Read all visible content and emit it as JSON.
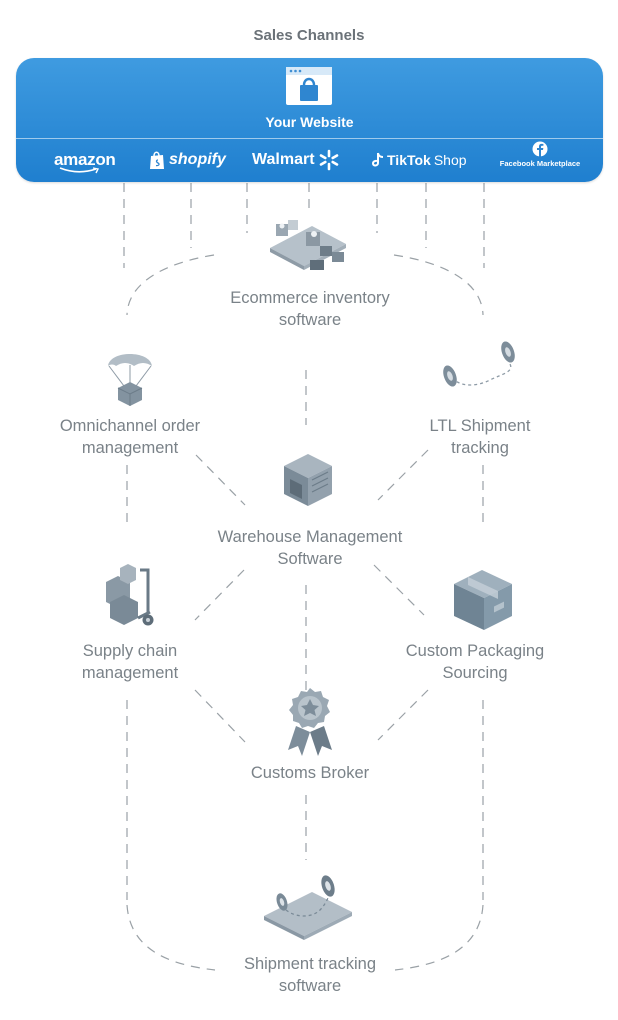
{
  "header": {
    "title": "Sales Channels"
  },
  "website": {
    "label": "Your Website",
    "icon": "shopping-bag-browser-icon"
  },
  "channels": [
    {
      "name": "amazon",
      "label": "amazon"
    },
    {
      "name": "shopify",
      "label": "shopify"
    },
    {
      "name": "walmart",
      "label": "Walmart"
    },
    {
      "name": "tiktok",
      "label_bold": "TikTok",
      "label_light": "Shop"
    },
    {
      "name": "facebook",
      "label": "Facebook Marketplace"
    }
  ],
  "nodes": {
    "inventory": {
      "label": "Ecommerce inventory\nsoftware",
      "icon": "inventory-grid-icon"
    },
    "omnichannel": {
      "label": "Omnichannel order\nmanagement",
      "icon": "parachute-box-icon"
    },
    "ltl": {
      "label": "LTL Shipment\ntracking",
      "icon": "route-pins-icon"
    },
    "warehouse": {
      "label": "Warehouse Management\nSoftware",
      "icon": "warehouse-icon"
    },
    "supply": {
      "label": "Supply chain\nmanagement",
      "icon": "hand-truck-icon"
    },
    "packaging": {
      "label": "Custom Packaging\nSourcing",
      "icon": "package-box-icon"
    },
    "customs": {
      "label": "Customs Broker",
      "icon": "award-badge-icon"
    },
    "tracking": {
      "label": "Shipment tracking\nsoftware",
      "icon": "map-tracking-icon"
    }
  },
  "colors": {
    "panel_top": "#3f9be0",
    "panel_bottom": "#1f7fcf",
    "label_gray": "#7a8288",
    "line_gray": "#9aa1a6",
    "icon_slate": "#8a9aa8"
  }
}
